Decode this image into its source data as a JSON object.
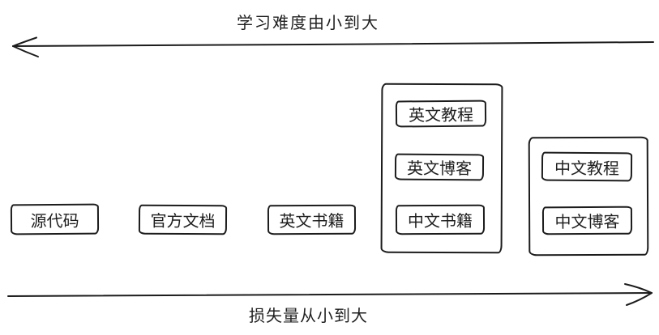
{
  "diagram": {
    "top_axis_label": "学习难度由小到大",
    "bottom_axis_label": "损失量从小到大"
  },
  "boxes": [
    {
      "label": "源代码"
    },
    {
      "label": "官方文档"
    },
    {
      "label": "英文书籍"
    }
  ],
  "groups": [
    {
      "items": [
        {
          "label": "英文教程"
        },
        {
          "label": "英文博客"
        },
        {
          "label": "中文书籍"
        }
      ]
    },
    {
      "items": [
        {
          "label": "中文教程"
        },
        {
          "label": "中文博客"
        }
      ]
    }
  ],
  "colors": {
    "stroke": "#1c1c1c",
    "background": "#ffffff",
    "text": "#1f1f1f"
  }
}
